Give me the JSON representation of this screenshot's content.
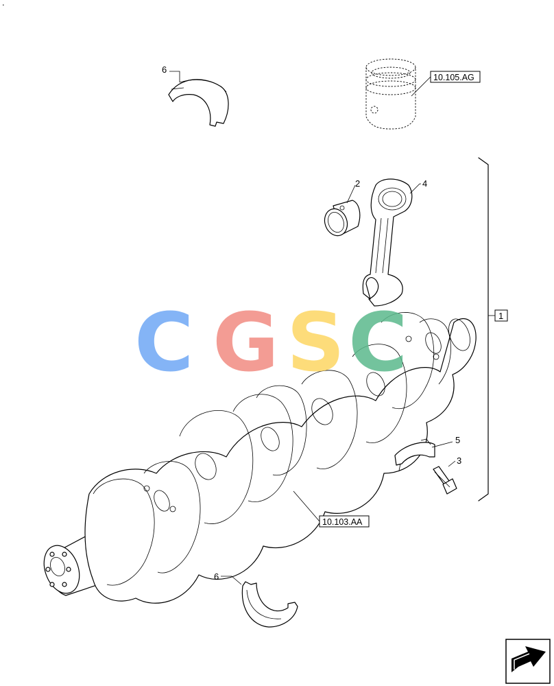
{
  "callouts": {
    "bearing_top": "6",
    "bushing": "2",
    "conrod": "4",
    "bearing_small": "5",
    "bolt": "3",
    "bearing_bottom": "6",
    "assembly": "1"
  },
  "references": {
    "piston": "10.105.AG",
    "crankshaft": "10.103.AA"
  },
  "watermark": {
    "letters": [
      "C",
      "G",
      "S",
      "C"
    ],
    "colors": [
      "#6fa8f5",
      "#f28b82",
      "#fdd663",
      "#5bb98c"
    ]
  },
  "icons": {
    "nav": "forward-arrow-icon"
  },
  "corner_mark": "."
}
